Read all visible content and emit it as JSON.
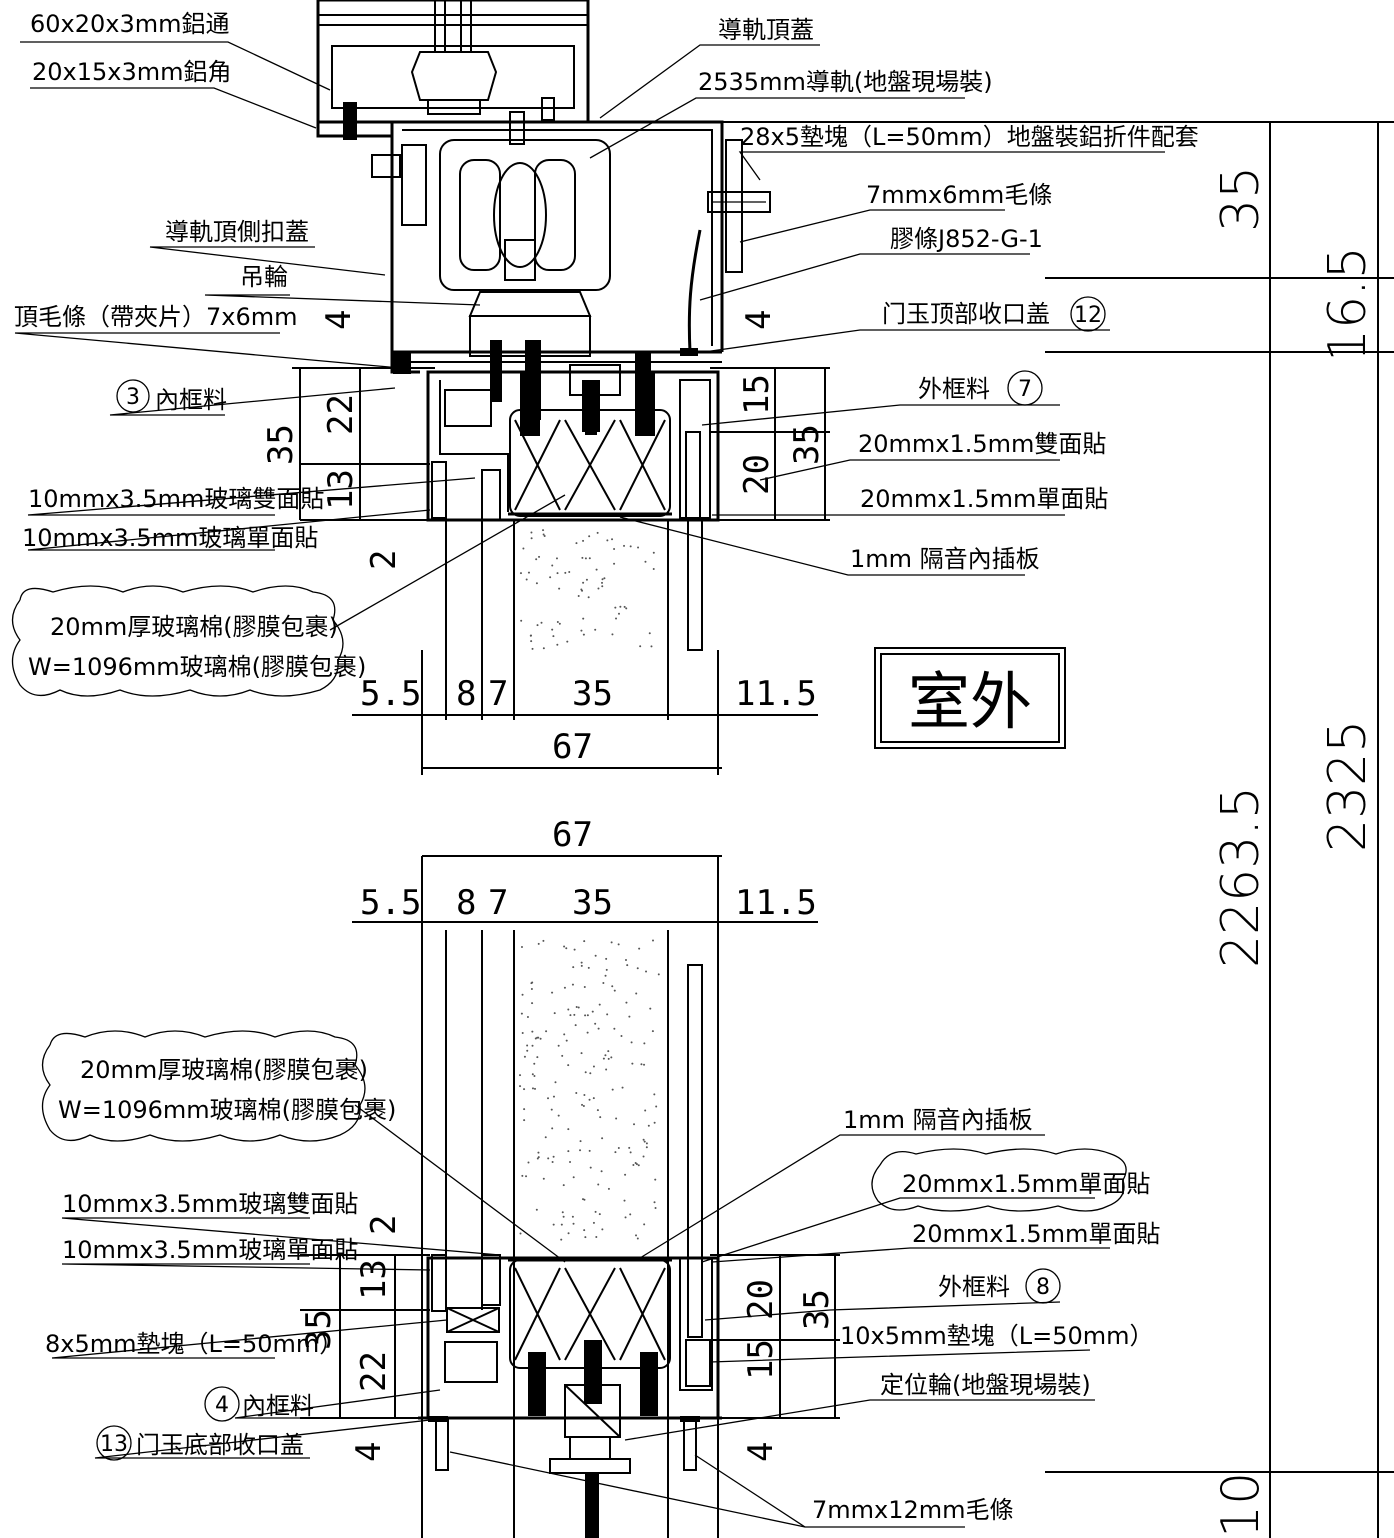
{
  "labels_top": {
    "alu_tube": "60x20x3mm鋁通",
    "alu_angle": "20x15x3mm鋁角",
    "rail_top_cover": "導軌頂蓋",
    "rail": "2535mm導軌(地盤現場裝)",
    "shim_28x5": "28x5墊塊（L=50mm）地盤裝鋁折件配套",
    "brush_7x6": "7mmx6mm毛條",
    "gasket": "膠條J852-G-1",
    "rail_side_cover": "導軌頂側扣蓋",
    "hanger_wheel": "吊輪",
    "top_brush": "頂毛條（帶夾片）7x6mm",
    "top_cap": "门玉顶部收口盖",
    "top_cap_num": "12",
    "inner_frame_3_num": "3",
    "inner_frame_3": "內框料",
    "outer_frame_7": "外框料",
    "outer_frame_7_num": "7",
    "tape_double_20": "20mmx1.5mm雙面貼",
    "tape_single_20": "20mmx1.5mm單面貼",
    "tape_double_10": "10mmx3.5mm玻璃雙面貼",
    "tape_single_10": "10mmx3.5mm玻璃單面貼",
    "insert_plate": "1mm 隔音內插板",
    "glasswool_1": "20mm厚玻璃棉(膠膜包裹)",
    "glasswool_2": "W=1096mm玻璃棉(膠膜包裹)",
    "outdoor": "室外"
  },
  "labels_bottom": {
    "glasswool_1": "20mm厚玻璃棉(膠膜包裹)",
    "glasswool_2": "W=1096mm玻璃棉(膠膜包裹)",
    "insert_plate": "1mm 隔音內插板",
    "tape_single_20a": "20mmx1.5mm單面貼",
    "tape_single_20b": "20mmx1.5mm單面貼",
    "tape_double_10": "10mmx3.5mm玻璃雙面貼",
    "tape_single_10": "10mmx3.5mm玻璃單面貼",
    "outer_frame_8": "外框料",
    "outer_frame_8_num": "8",
    "shim_8x5": "8x5mm墊塊（L=50mm）",
    "shim_10x5": "10x5mm墊塊（L=50mm）",
    "inner_frame_4_num": "4",
    "inner_frame_4": "內框料",
    "guide_wheel": "定位輪(地盤現場裝)",
    "bottom_cap_num": "13",
    "bottom_cap": "门玉底部收口盖",
    "brush_7x12": "7mmx12mm毛條"
  },
  "dims_top": {
    "d4a": "4",
    "d4b": "4",
    "d22": "22",
    "d35a": "35",
    "d15": "15",
    "d35b": "35",
    "d13": "13",
    "d20": "20",
    "d2": "2",
    "w55": "5.5",
    "w8": "8",
    "w7": "7",
    "w35": "35",
    "w115": "11.5",
    "w67": "67"
  },
  "dims_bottom": {
    "w67": "67",
    "w55": "5.5",
    "w8": "8",
    "w7": "7",
    "w35": "35",
    "w115": "11.5",
    "d2": "2",
    "d13": "13",
    "d35a": "35",
    "d22": "22",
    "d20": "20",
    "d35b": "35",
    "d15": "15",
    "d4a": "4",
    "d4b": "4"
  },
  "dims_right": {
    "d35": "35",
    "d165": "16.5",
    "d22635": "2263.5",
    "d2325": "2325",
    "d10": "10"
  }
}
